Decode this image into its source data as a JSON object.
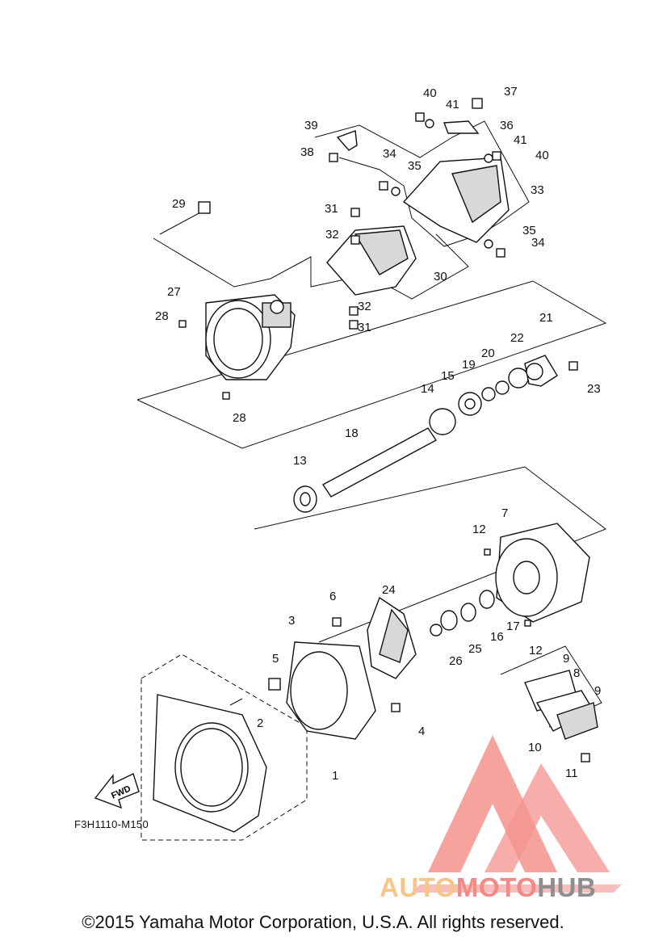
{
  "diagram": {
    "code": "F3H1110-M150",
    "fwd_label": "FWD",
    "copyright": "©2015 Yamaha Motor Corporation, U.S.A. All rights reserved.",
    "callouts": [
      "1",
      "2",
      "3",
      "4",
      "5",
      "6",
      "7",
      "8",
      "9",
      "9",
      "10",
      "11",
      "12",
      "12",
      "13",
      "14",
      "15",
      "16",
      "17",
      "18",
      "19",
      "20",
      "21",
      "22",
      "23",
      "24",
      "25",
      "26",
      "27",
      "28",
      "28",
      "29",
      "30",
      "31",
      "31",
      "32",
      "32",
      "33",
      "34",
      "34",
      "35",
      "35",
      "36",
      "37",
      "38",
      "39",
      "40",
      "40",
      "41",
      "41"
    ]
  },
  "watermark": {
    "part1": "AUTO",
    "part2": "MOTO",
    "part3": "HUB",
    "colors": {
      "auto": "#f7c58a",
      "moto": "#f48a84",
      "hub": "#8e8e8e",
      "logo": "#f4938d"
    }
  }
}
